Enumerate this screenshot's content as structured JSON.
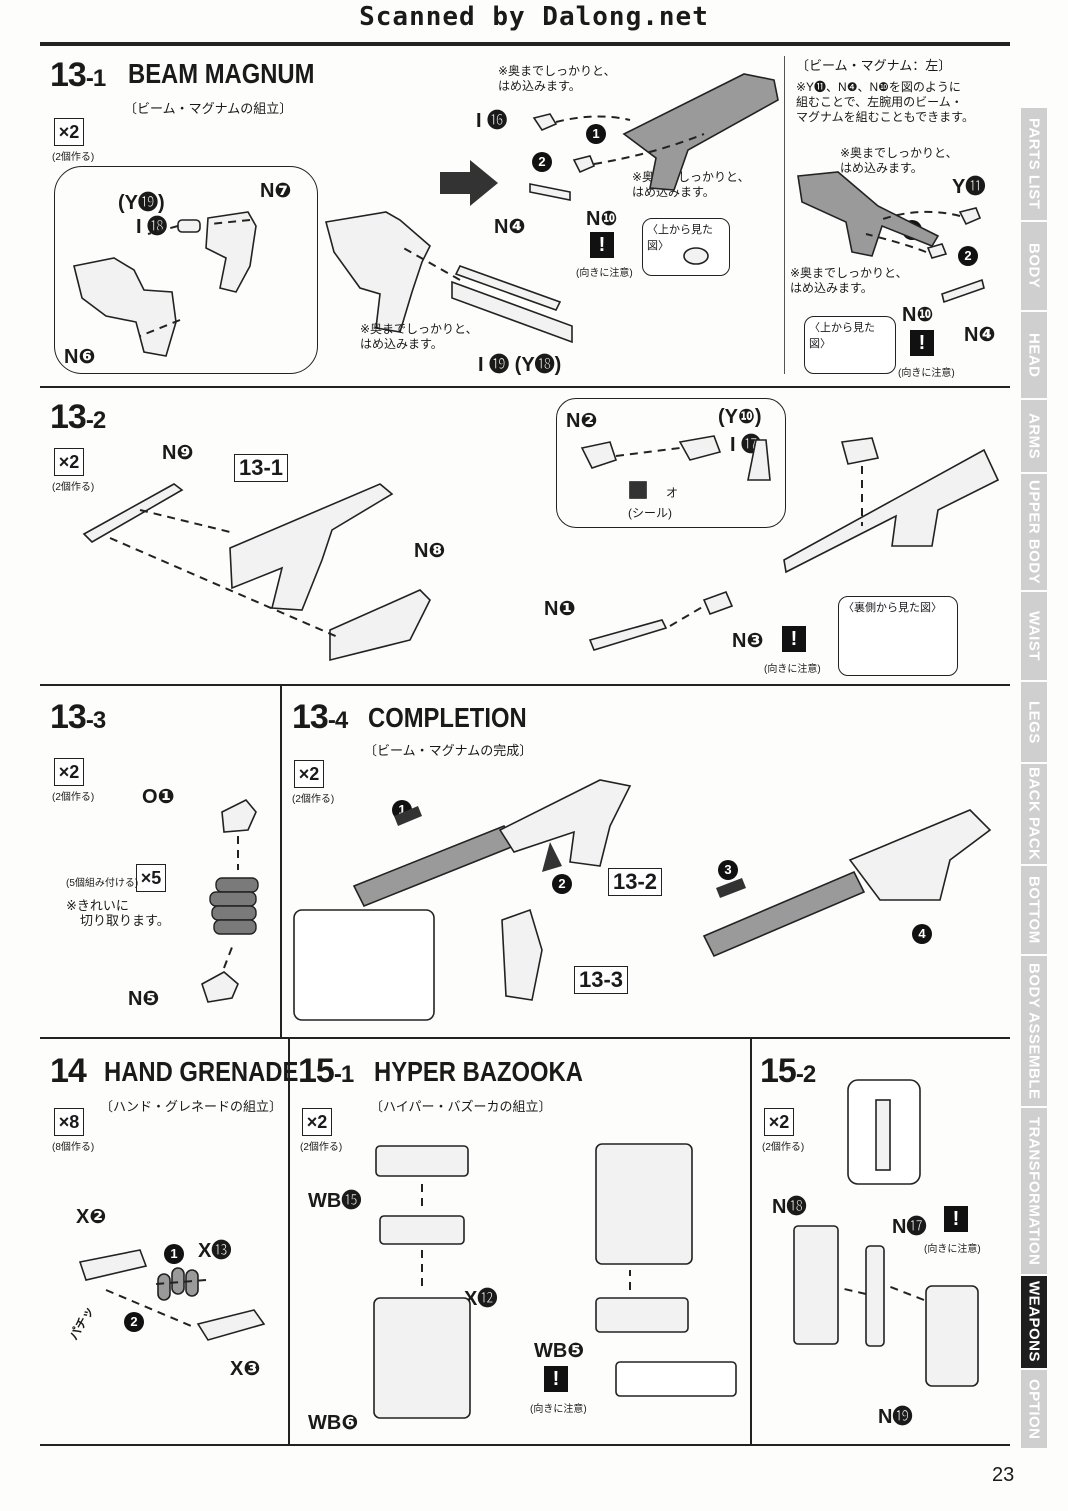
{
  "header": "Scanned by Dalong.net",
  "page_number": "23",
  "sidebar": [
    "PARTS LIST",
    "BODY",
    "HEAD",
    "ARMS",
    "UPPER BODY",
    "WAIST",
    "LEGS",
    "BACK PACK",
    "BOTTOM",
    "BODY ASSEMBLE",
    "TRANSFORMATION",
    "WEAPONS",
    "OPTION"
  ],
  "common": {
    "make2": "×2",
    "make2_note": "(2個作る)",
    "make8": "×8",
    "make8_note": "(8個作る)",
    "warn": "!",
    "warn_note": "(向きに注意)",
    "top_view": "〈上から見た図〉",
    "push_note_l1": "※奥までしっかりと、",
    "push_note_l2": "はめ込みます。"
  },
  "s13_1": {
    "num": "13",
    "sub": "-1",
    "title": "BEAM MAGNUM",
    "subtitle": "〔ビーム・マグナムの組立〕",
    "labels": {
      "y19": "(Y⓳)",
      "i18": "I ⓲",
      "n7": "N❼",
      "n6": "N❻",
      "i19": "I ⓳ (Y⓲)",
      "i16": "I ⓰",
      "n4": "N❹",
      "n10": "N❿"
    },
    "left_variant": {
      "title": "〔ビーム・マグナム：左〕",
      "note_l1": "※Y⓫、N❹、N❿を図のように",
      "note_l2": "組むことで、左腕用のビーム・",
      "note_l3": "マグナムを組むこともできます。",
      "y11": "Y⓫",
      "n10": "N❿",
      "n4": "N❹"
    }
  },
  "s13_2": {
    "num": "13",
    "sub": "-2",
    "ref": "13-1",
    "labels": {
      "n9": "N❾",
      "n8": "N❽",
      "n2": "N❷",
      "y10": "(Y❿)",
      "i17": "I ⓱",
      "n1": "N❶",
      "n3": "N❸"
    },
    "seal": "(シール)",
    "seal_o": "オ",
    "back_view": "〈裏側から見た図〉"
  },
  "s13_3": {
    "num": "13",
    "sub": "-3",
    "labels": {
      "o1": "O❶",
      "n5": "N❺"
    },
    "x5": "×5",
    "x5_note": "(5個組み付ける)",
    "cut_note_l1": "※きれいに",
    "cut_note_l2": "切り取ります。"
  },
  "s13_4": {
    "num": "13",
    "sub": "-4",
    "title": "COMPLETION",
    "subtitle": "〔ビーム・マグナムの完成〕",
    "ref_a": "13-2",
    "ref_b": "13-3"
  },
  "s14": {
    "num": "14",
    "title": "HAND GRENADE",
    "subtitle": "〔ハンド・グレネードの組立〕",
    "labels": {
      "x2": "X❷",
      "x13": "X⓭",
      "x3": "X❸"
    },
    "snap": "パチッ"
  },
  "s15_1": {
    "num": "15",
    "sub": "-1",
    "title": "HYPER BAZOOKA",
    "subtitle": "〔ハイパー・バズーカの組立〕",
    "labels": {
      "wb15": "WB⓯",
      "x12": "X⓬",
      "wb6": "WB❻",
      "wb5": "WB❺"
    }
  },
  "s15_2": {
    "num": "15",
    "sub": "-2",
    "labels": {
      "n18": "N⓲",
      "n17": "N⓱",
      "n19": "N⓳"
    }
  }
}
